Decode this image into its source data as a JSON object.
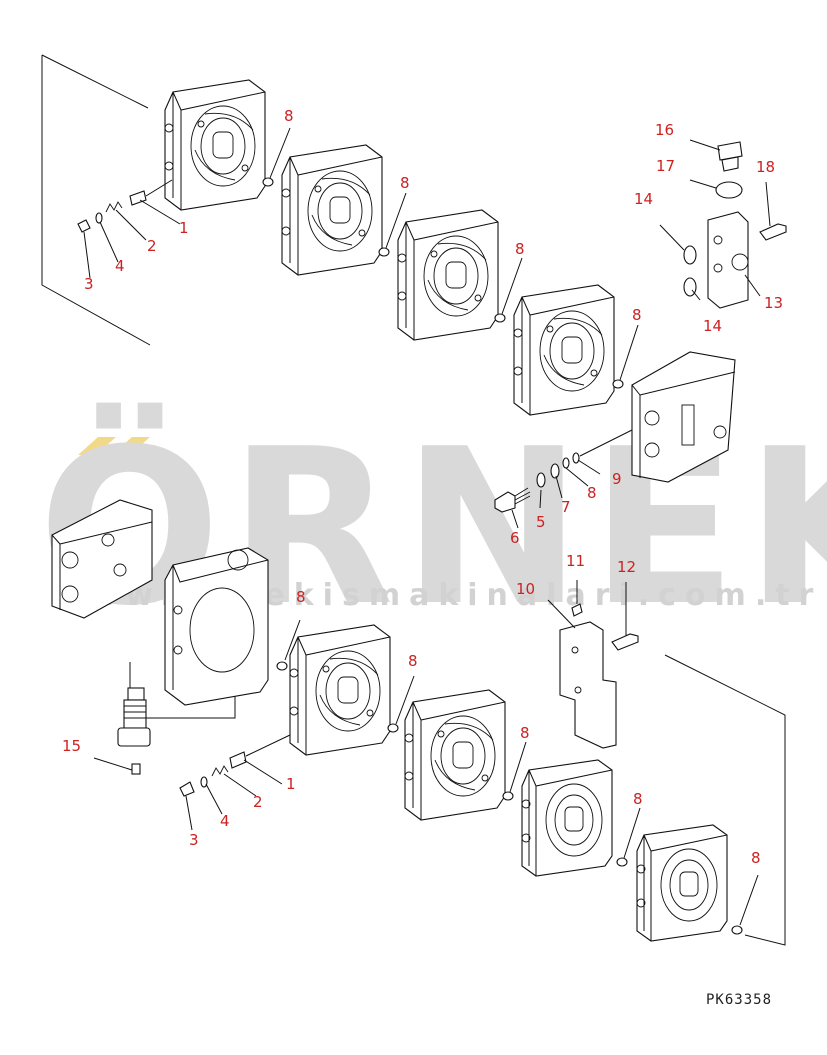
{
  "diagram": {
    "drawing_code": "PK63358",
    "watermark": {
      "brand": "ÖRNEK",
      "site": "www.ornekismakinalari.com.tr",
      "accent_color": "#f2d98a",
      "text_color": "#d9d9d9"
    },
    "label_color": "#cc2222",
    "callouts": [
      {
        "id": "c1a",
        "text": "8"
      },
      {
        "id": "c1b",
        "text": "1"
      },
      {
        "id": "c1c",
        "text": "2"
      },
      {
        "id": "c1d",
        "text": "4"
      },
      {
        "id": "c1e",
        "text": "3"
      },
      {
        "id": "c2",
        "text": "8"
      },
      {
        "id": "c3",
        "text": "8"
      },
      {
        "id": "c4",
        "text": "8"
      },
      {
        "id": "c16",
        "text": "16"
      },
      {
        "id": "c17",
        "text": "17"
      },
      {
        "id": "c18",
        "text": "18"
      },
      {
        "id": "c14a",
        "text": "14"
      },
      {
        "id": "c13",
        "text": "13"
      },
      {
        "id": "c14b",
        "text": "14"
      },
      {
        "id": "c9",
        "text": "9"
      },
      {
        "id": "c8a",
        "text": "8"
      },
      {
        "id": "c7",
        "text": "7"
      },
      {
        "id": "c5",
        "text": "5"
      },
      {
        "id": "c6",
        "text": "6"
      },
      {
        "id": "c11",
        "text": "11"
      },
      {
        "id": "c12",
        "text": "12"
      },
      {
        "id": "c10",
        "text": "10"
      },
      {
        "id": "c8b",
        "text": "8"
      },
      {
        "id": "c8c",
        "text": "8"
      },
      {
        "id": "c15",
        "text": "15"
      },
      {
        "id": "c1f",
        "text": "1"
      },
      {
        "id": "c2b",
        "text": "2"
      },
      {
        "id": "c4b",
        "text": "4"
      },
      {
        "id": "c3b",
        "text": "3"
      },
      {
        "id": "c8d",
        "text": "8"
      },
      {
        "id": "c8e",
        "text": "8"
      },
      {
        "id": "c8f",
        "text": "8"
      }
    ]
  }
}
